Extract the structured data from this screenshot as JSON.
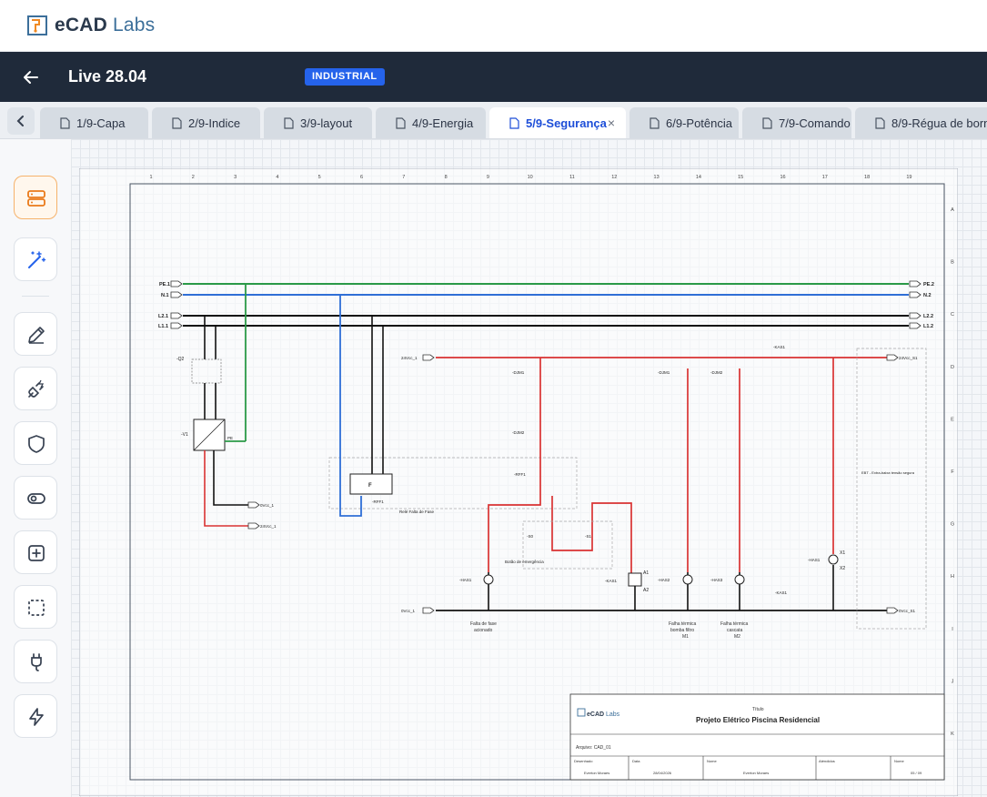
{
  "brand": {
    "name_bold": "eCAD",
    "name_light": " Labs"
  },
  "header": {
    "title": "Live 28.04",
    "badge": "INDUSTRIAL"
  },
  "tabs": [
    {
      "label": "1/9-Capa",
      "active": false
    },
    {
      "label": "2/9-Indice",
      "active": false
    },
    {
      "label": "3/9-layout",
      "active": false
    },
    {
      "label": "4/9-Energia",
      "active": false
    },
    {
      "label": "5/9-Segurança",
      "active": true
    },
    {
      "label": "6/9-Potência",
      "active": false
    },
    {
      "label": "7/9-Comando",
      "active": false
    },
    {
      "label": "8/9-Régua de borne",
      "active": false
    }
  ],
  "tab_close": "×",
  "toolbar": [
    {
      "name": "layers-icon"
    },
    {
      "name": "magic-wand-icon"
    },
    {
      "name": "pencil-icon"
    },
    {
      "name": "plug-icon"
    },
    {
      "name": "shield-icon"
    },
    {
      "name": "toggle-icon"
    },
    {
      "name": "add-square-icon"
    },
    {
      "name": "dashed-select-icon"
    },
    {
      "name": "connector-icon"
    },
    {
      "name": "lightning-icon"
    }
  ],
  "sheet": {
    "columns": [
      "1",
      "2",
      "3",
      "4",
      "5",
      "6",
      "7",
      "8",
      "9",
      "10",
      "11",
      "12",
      "13",
      "14",
      "15",
      "16",
      "17",
      "18",
      "19"
    ],
    "rows": [
      "A",
      "B",
      "C",
      "D",
      "E",
      "F",
      "G",
      "H",
      "I",
      "J",
      "K"
    ],
    "bus_labels": {
      "pe": "PE.1",
      "n": "N.1",
      "l2": "L2.1",
      "l1": "L1.1",
      "pe_r": "PE.2",
      "n_r": "N.2",
      "l2_r": "L2.2",
      "l1_r": "L1.2",
      "vcc24": "24Vcc_1",
      "vcc24_r": "24Vcc_S1",
      "vcc0": "0Vcc_1",
      "vcc0_r": "0Vcc_S1",
      "vcc0_left": "0Vcc_1",
      "vcc24_left": "24Vcc_1"
    },
    "components": {
      "q2": "-Q2",
      "v1": "-V1",
      "pe": "PE",
      "f": "F",
      "rff1": "-RFF1",
      "rele": "Relé Falta de Fase",
      "dim1": "-DJM1",
      "dim2": "-DJM2",
      "rff1b": "-RFF1",
      "s0": "-S0",
      "s1": "-S1",
      "botao": "Botão de emergência",
      "kas1": "-KAS1",
      "kas1b": "-KAS1",
      "kas1c": "-KAS1",
      "kas1d": "-KAS1",
      "has1": "-HAS1",
      "has2": "-HAS2",
      "has3": "-HAS3",
      "has4": "-HAS1",
      "djm1r": "-DJM1",
      "djm2r": "-DJM2",
      "eee": "EBT - Extra-baixa tensão segura",
      "lamp1a": "Falta de fase",
      "lamp1b": "acionado",
      "lamp2a": "Falha térmica",
      "lamp2b": "bomba filtro",
      "lamp2c": "M1",
      "lamp3a": "Falha térmica",
      "lamp3b": "cascata",
      "lamp3c": "M2",
      "x1": "X1",
      "x2": "X2",
      "a1": "A1",
      "a2": "A2"
    },
    "titleblock": {
      "logo_bold": "eCAD",
      "logo_light": " Labs",
      "title_label": "Título",
      "title": "Projeto Elétrico Piscina Residencial",
      "file": "Arquivo: CAD_01",
      "cols": [
        {
          "label": "Desenhado",
          "value": "Everton Moraes"
        },
        {
          "label": "Data",
          "value": "28/04/2026"
        },
        {
          "label": "Nome",
          "value": "Everton Moraes"
        },
        {
          "label": "Aténdidos",
          "value": ""
        },
        {
          "label": "Nome",
          "value": "05 / 09"
        }
      ]
    }
  },
  "colors": {
    "header": "#1f2a3a",
    "accent": "#2563eb",
    "pe": "#2b9a48",
    "neutral": "#2f6fd6",
    "phase": "#111111",
    "dc": "#d93232"
  }
}
